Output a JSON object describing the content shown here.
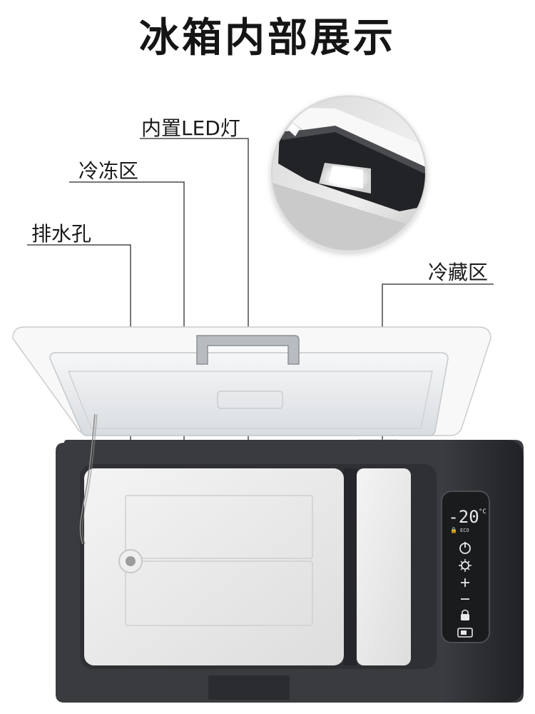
{
  "page": {
    "title": "冰箱内部展示"
  },
  "labels": {
    "led": "内置LED灯",
    "freezer": "冷冻区",
    "drain": "排水孔",
    "fridge": "冷藏区"
  },
  "display": {
    "temperature": "-20",
    "unit": "°C",
    "eco_text": "ECO",
    "icons": [
      "power-icon",
      "gear-icon",
      "plus-icon",
      "minus-icon",
      "lock-icon",
      "battery-icon"
    ]
  }
}
